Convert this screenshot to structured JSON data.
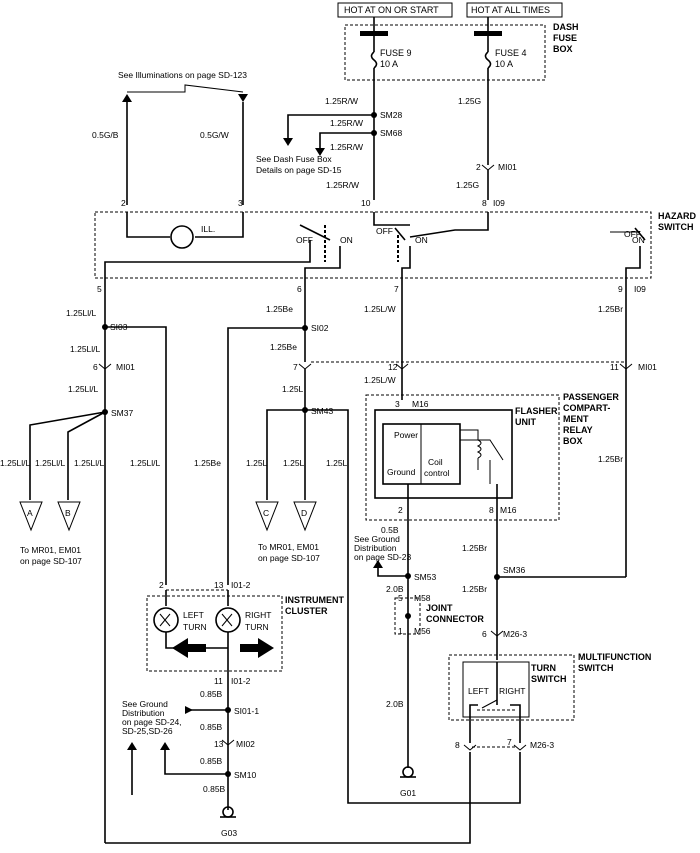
{
  "headers": {
    "hot_on_start": "HOT AT ON OR START",
    "hot_all_times": "HOT AT ALL TIMES"
  },
  "dash_fuse_box": {
    "line1": "DASH",
    "line2": "FUSE",
    "line3": "BOX"
  },
  "fuses": {
    "fuse9_name": "FUSE 9",
    "fuse9_rating": "10 A",
    "fuse4_name": "FUSE 4",
    "fuse4_rating": "10 A"
  },
  "illumination_ref": "See Illuminations on page SD-123",
  "dash_fuse_ref": {
    "line1": "See Dash Fuse Box",
    "line2": "Details on page SD-15"
  },
  "hazard_switch": {
    "line1": "HAZARD",
    "line2": "SWITCH",
    "ill": "ILL.",
    "off": "OFF",
    "on": "ON"
  },
  "passenger_relay_box": {
    "line1": "PASSENGER",
    "line2": "COMPART-",
    "line3": "MENT",
    "line4": "RELAY",
    "line5": "BOX"
  },
  "flasher_unit": {
    "line1": "FLASHER",
    "line2": "UNIT",
    "power": "Power",
    "ground": "Ground",
    "coil1": "Coil",
    "coil2": "control"
  },
  "instrument_cluster": {
    "line1": "INSTRUMENT",
    "line2": "CLUSTER",
    "left1": "LEFT",
    "left2": "TURN",
    "right1": "RIGHT",
    "right2": "TURN"
  },
  "joint_connector": {
    "line1": "JOINT",
    "line2": "CONNECTOR"
  },
  "multifunction_switch": {
    "line1": "MULTIFUNCTION",
    "line2": "SWITCH",
    "turn1": "TURN",
    "turn2": "SWITCH",
    "left": "LEFT",
    "right": "RIGHT"
  },
  "ground_ref_left": {
    "line1": "See Ground",
    "line2": "Distribution",
    "line3": "on page SD-24,",
    "line4": "SD-25,SD-26"
  },
  "ground_ref_mid": {
    "line1": "See Ground",
    "line2": "Distribution",
    "line3": "on page SD-23"
  },
  "to_mr01_left": {
    "line1": "To MR01, EM01",
    "line2": "on page SD-107"
  },
  "to_mr01_mid": {
    "line1": "To MR01, EM01",
    "line2": "on page SD-107"
  },
  "connectors": {
    "A": "A",
    "B": "B",
    "C": "C",
    "D": "D",
    "sm28": "SM28",
    "sm68": "SM68",
    "mi01_top": "MI01",
    "i09_top": "I09",
    "i09_bottom": "I09",
    "si03": "SI03",
    "si02": "SI02",
    "mi01_left": "MI01",
    "mi01_right": "MI01",
    "sm37": "SM37",
    "sm43": "SM43",
    "m16_top": "M16",
    "m16_bottom": "M16",
    "sm53": "SM53",
    "m58": "M58",
    "m56": "M56",
    "sm36": "SM36",
    "m26_3_top": "M26-3",
    "m26_3_bottom": "M26-3",
    "i01_2_top": "I01-2",
    "i01_2_bottom": "I01-2",
    "si01_1": "SI01-1",
    "mi02": "MI02",
    "sm10": "SM10",
    "g03": "G03",
    "g01": "G01"
  },
  "pins": {
    "p2a": "2",
    "p3a": "3",
    "p10": "10",
    "p8": "8",
    "p2b": "2",
    "p5": "5",
    "p6a": "6",
    "p7a": "7",
    "p9": "9",
    "p7b": "7",
    "p6b": "6",
    "p11a": "11",
    "p12": "12",
    "p3b": "3",
    "p2c": "2",
    "p8b": "8",
    "p2d": "2",
    "p13": "13",
    "p11b": "11",
    "p13b": "13",
    "p5b": "5",
    "p1": "1",
    "p6c": "6",
    "p8c": "8",
    "p7c": "7"
  },
  "wires": {
    "w1_25rw_a": "1.25R/W",
    "w1_25rw_b": "1.25R/W",
    "w1_25rw_c": "1.25R/W",
    "w1_25rw_d": "1.25R/W",
    "w1_25g_a": "1.25G",
    "w1_25g_b": "1.25G",
    "w05gb": "0.5G/B",
    "w05gw": "0.5G/W",
    "w_lil_a": "1.25Ll/L",
    "w_lil_b": "1.25Ll/L",
    "w_lil_c": "1.25Ll/L",
    "w_lil_d": "1.25Ll/L",
    "w_lil_e": "1.25Ll/L",
    "w_lil_f": "1.25Ll/L",
    "w_lil_g": "1.25Ll/L",
    "w_be_a": "1.25Be",
    "w_be_b": "1.25Be",
    "w_be_c": "1.25Be",
    "w_l_a": "1.25L",
    "w_l_b": "1.25L",
    "w_l_c": "1.25L",
    "w_l_d": "1.25L",
    "w_lw_a": "1.25L/W",
    "w_lw_b": "1.25L/W",
    "w_br_a": "1.25Br",
    "w_br_b": "1.25Br",
    "w_br_c": "1.25Br",
    "w_br_d": "1.25Br",
    "w05b": "0.5B",
    "w20b_a": "2.0B",
    "w20b_b": "2.0B",
    "w085b_a": "0.85B",
    "w085b_b": "0.85B",
    "w085b_c": "0.85B",
    "w085b_d": "0.85B"
  }
}
